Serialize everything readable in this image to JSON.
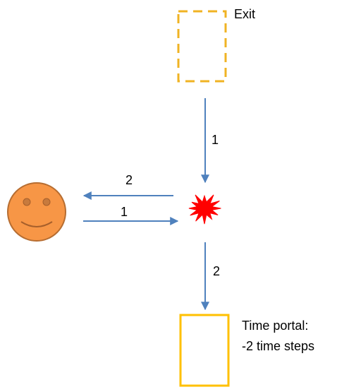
{
  "exit": {
    "label": "Exit"
  },
  "time_portal": {
    "line1": "Time portal:",
    "line2": "-2 time steps"
  },
  "arrows": {
    "exit_to_explosion": "1",
    "explosion_to_portal": "2",
    "explosion_to_face": "2",
    "face_to_explosion": "1"
  },
  "icons": {
    "person": "smiley-face-icon",
    "event": "explosion-icon"
  },
  "colors": {
    "exit_border": "#f0b323",
    "portal_border": "#ffc000",
    "arrow": "#4f81bd",
    "face_fill": "#f79646",
    "face_stroke": "#b66d31",
    "explosion": "#ff0000"
  }
}
